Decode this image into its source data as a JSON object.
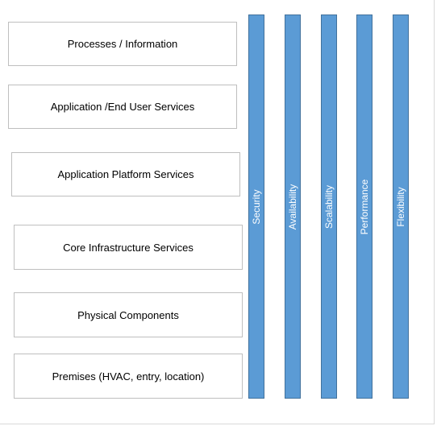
{
  "layers": [
    {
      "label": "Processes / Information"
    },
    {
      "label": "Application /End User Services"
    },
    {
      "label": "Application Platform Services"
    },
    {
      "label": "Core Infrastructure Services"
    },
    {
      "label": "Physical Components"
    },
    {
      "label": "Premises (HVAC, entry, location)"
    }
  ],
  "pillars": [
    {
      "label": "Security"
    },
    {
      "label": "Availability"
    },
    {
      "label": "Scalability"
    },
    {
      "label": "Performance"
    },
    {
      "label": "Flexibility"
    }
  ],
  "colors": {
    "pillar_fill": "#5b9bd5",
    "pillar_border": "#41719c",
    "layer_border": "#bfbfbf"
  }
}
